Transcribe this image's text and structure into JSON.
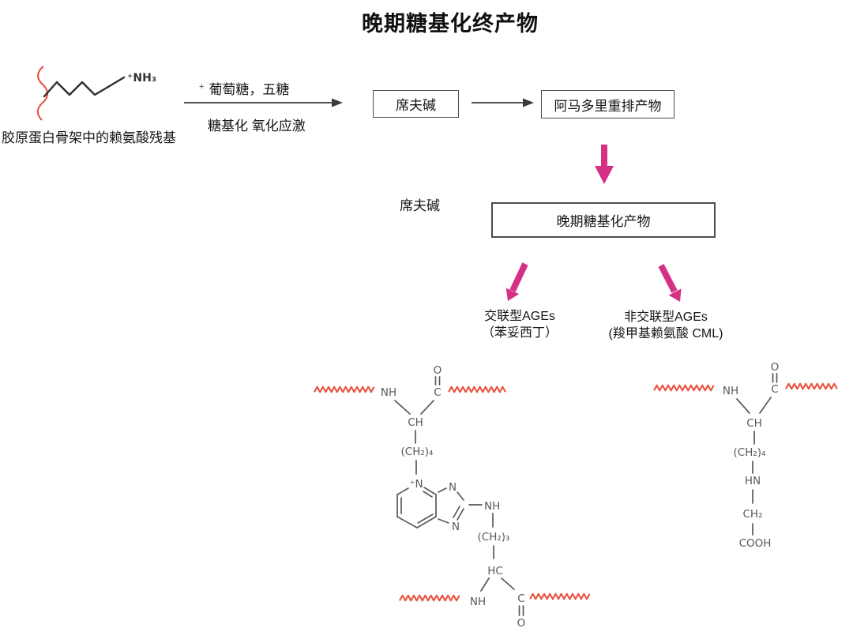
{
  "title": "晚期糖基化终产物",
  "colors": {
    "pink": "#d62f86",
    "red": "#e8523f",
    "gray": "#58595b"
  },
  "lysine": {
    "amine": "⁺NH₃",
    "label": "胶原蛋白骨架中的赖氨酸残基"
  },
  "reaction": {
    "plus": "+",
    "reagents": "葡萄糖，五糖",
    "conditions": "糖基化 氧化应激"
  },
  "boxes": {
    "schiff": "席夫碱",
    "amadori": "阿马多里重排产物",
    "ages": "晚期糖基化产物"
  },
  "schiff_side_label": "席夫碱",
  "branches": {
    "left": {
      "line1": "交联型AGEs",
      "line2": "（苯妥西丁）"
    },
    "right": {
      "line1": "非交联型AGEs",
      "line2": "(羧甲基赖氨酸 CML)"
    }
  },
  "structures": {
    "pentosidine": {
      "top": {
        "nh": "NH",
        "c": "C",
        "o": "O",
        "ch": "CH",
        "chain4": "(CH₂)₄"
      },
      "ring": {
        "n_plus": "⁺N",
        "n1": "N",
        "n3": "N"
      },
      "side": {
        "nh": "NH",
        "chain3": "(CH₂)₃"
      },
      "bottom": {
        "hc": "HC",
        "nh": "NH",
        "c": "C",
        "o": "O"
      }
    },
    "cml": {
      "nh": "NH",
      "c": "C",
      "o": "O",
      "ch": "CH",
      "chain4": "(CH₂)₄",
      "hn": "HN",
      "ch2": "CH₂",
      "cooh": "COOH"
    }
  }
}
